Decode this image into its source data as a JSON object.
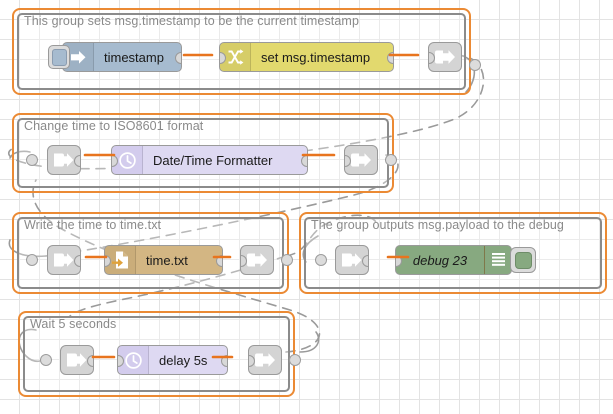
{
  "app": {
    "name": "Node-RED flow editor canvas",
    "grid_size": 20,
    "background": "#ffffff",
    "grid_color": "#e3e3e3"
  },
  "colors": {
    "group_border": "#eb8a34",
    "group_inner_border": "#8b8b8b",
    "group_label": "#8a8a8a",
    "wire": "#e8741e",
    "link_wire": "#9a9a9a",
    "inject": "#a6bbcf",
    "change": "#e2d96e",
    "link": "#d4d4d4",
    "datetime": "#ded9f2",
    "file": "#d3b683",
    "debug": "#87a980"
  },
  "groups": [
    {
      "id": "group-timestamp",
      "label": "This group sets msg.timestamp to be the current timestamp",
      "nodes": [
        {
          "id": "inject-timestamp",
          "type": "inject",
          "label": "timestamp",
          "icon": "arrow-right-icon"
        },
        {
          "id": "change-set",
          "type": "change",
          "label": "set msg.timestamp",
          "icon": "shuffle-icon"
        },
        {
          "id": "link-out-1",
          "type": "link-out",
          "label": "",
          "icon": "link-out-icon"
        }
      ]
    },
    {
      "id": "group-iso8601",
      "label": "Change time to ISO8601 format",
      "nodes": [
        {
          "id": "link-in-1",
          "type": "link-in",
          "label": "",
          "icon": "link-in-icon"
        },
        {
          "id": "datetime-1",
          "type": "datetime",
          "label": "Date/Time Formatter",
          "icon": "clock-icon"
        },
        {
          "id": "link-out-2",
          "type": "link-out",
          "label": "",
          "icon": "link-out-icon"
        }
      ]
    },
    {
      "id": "group-writefile",
      "label": "Write the time to time.txt",
      "nodes": [
        {
          "id": "link-in-2",
          "type": "link-in",
          "label": "",
          "icon": "link-in-icon"
        },
        {
          "id": "file-1",
          "type": "file",
          "label": "time.txt",
          "icon": "file-out-icon"
        },
        {
          "id": "link-out-3",
          "type": "link-out",
          "label": "",
          "icon": "link-out-icon"
        }
      ]
    },
    {
      "id": "group-debug",
      "label": "The group outputs msg.payload to the debug",
      "nodes": [
        {
          "id": "link-in-3",
          "type": "link-in",
          "label": "",
          "icon": "link-in-icon"
        },
        {
          "id": "debug-23",
          "type": "debug",
          "label": "debug 23",
          "icon": "debug-lines-icon",
          "toggle": "debug-toggle-button"
        }
      ]
    },
    {
      "id": "group-delay",
      "label": "Wait 5 seconds",
      "nodes": [
        {
          "id": "link-in-4",
          "type": "link-in",
          "label": "",
          "icon": "link-in-icon"
        },
        {
          "id": "delay-1",
          "type": "delay",
          "label": "delay 5s",
          "icon": "clock-icon"
        },
        {
          "id": "link-out-4",
          "type": "link-out",
          "label": "",
          "icon": "link-out-icon"
        }
      ]
    }
  ]
}
